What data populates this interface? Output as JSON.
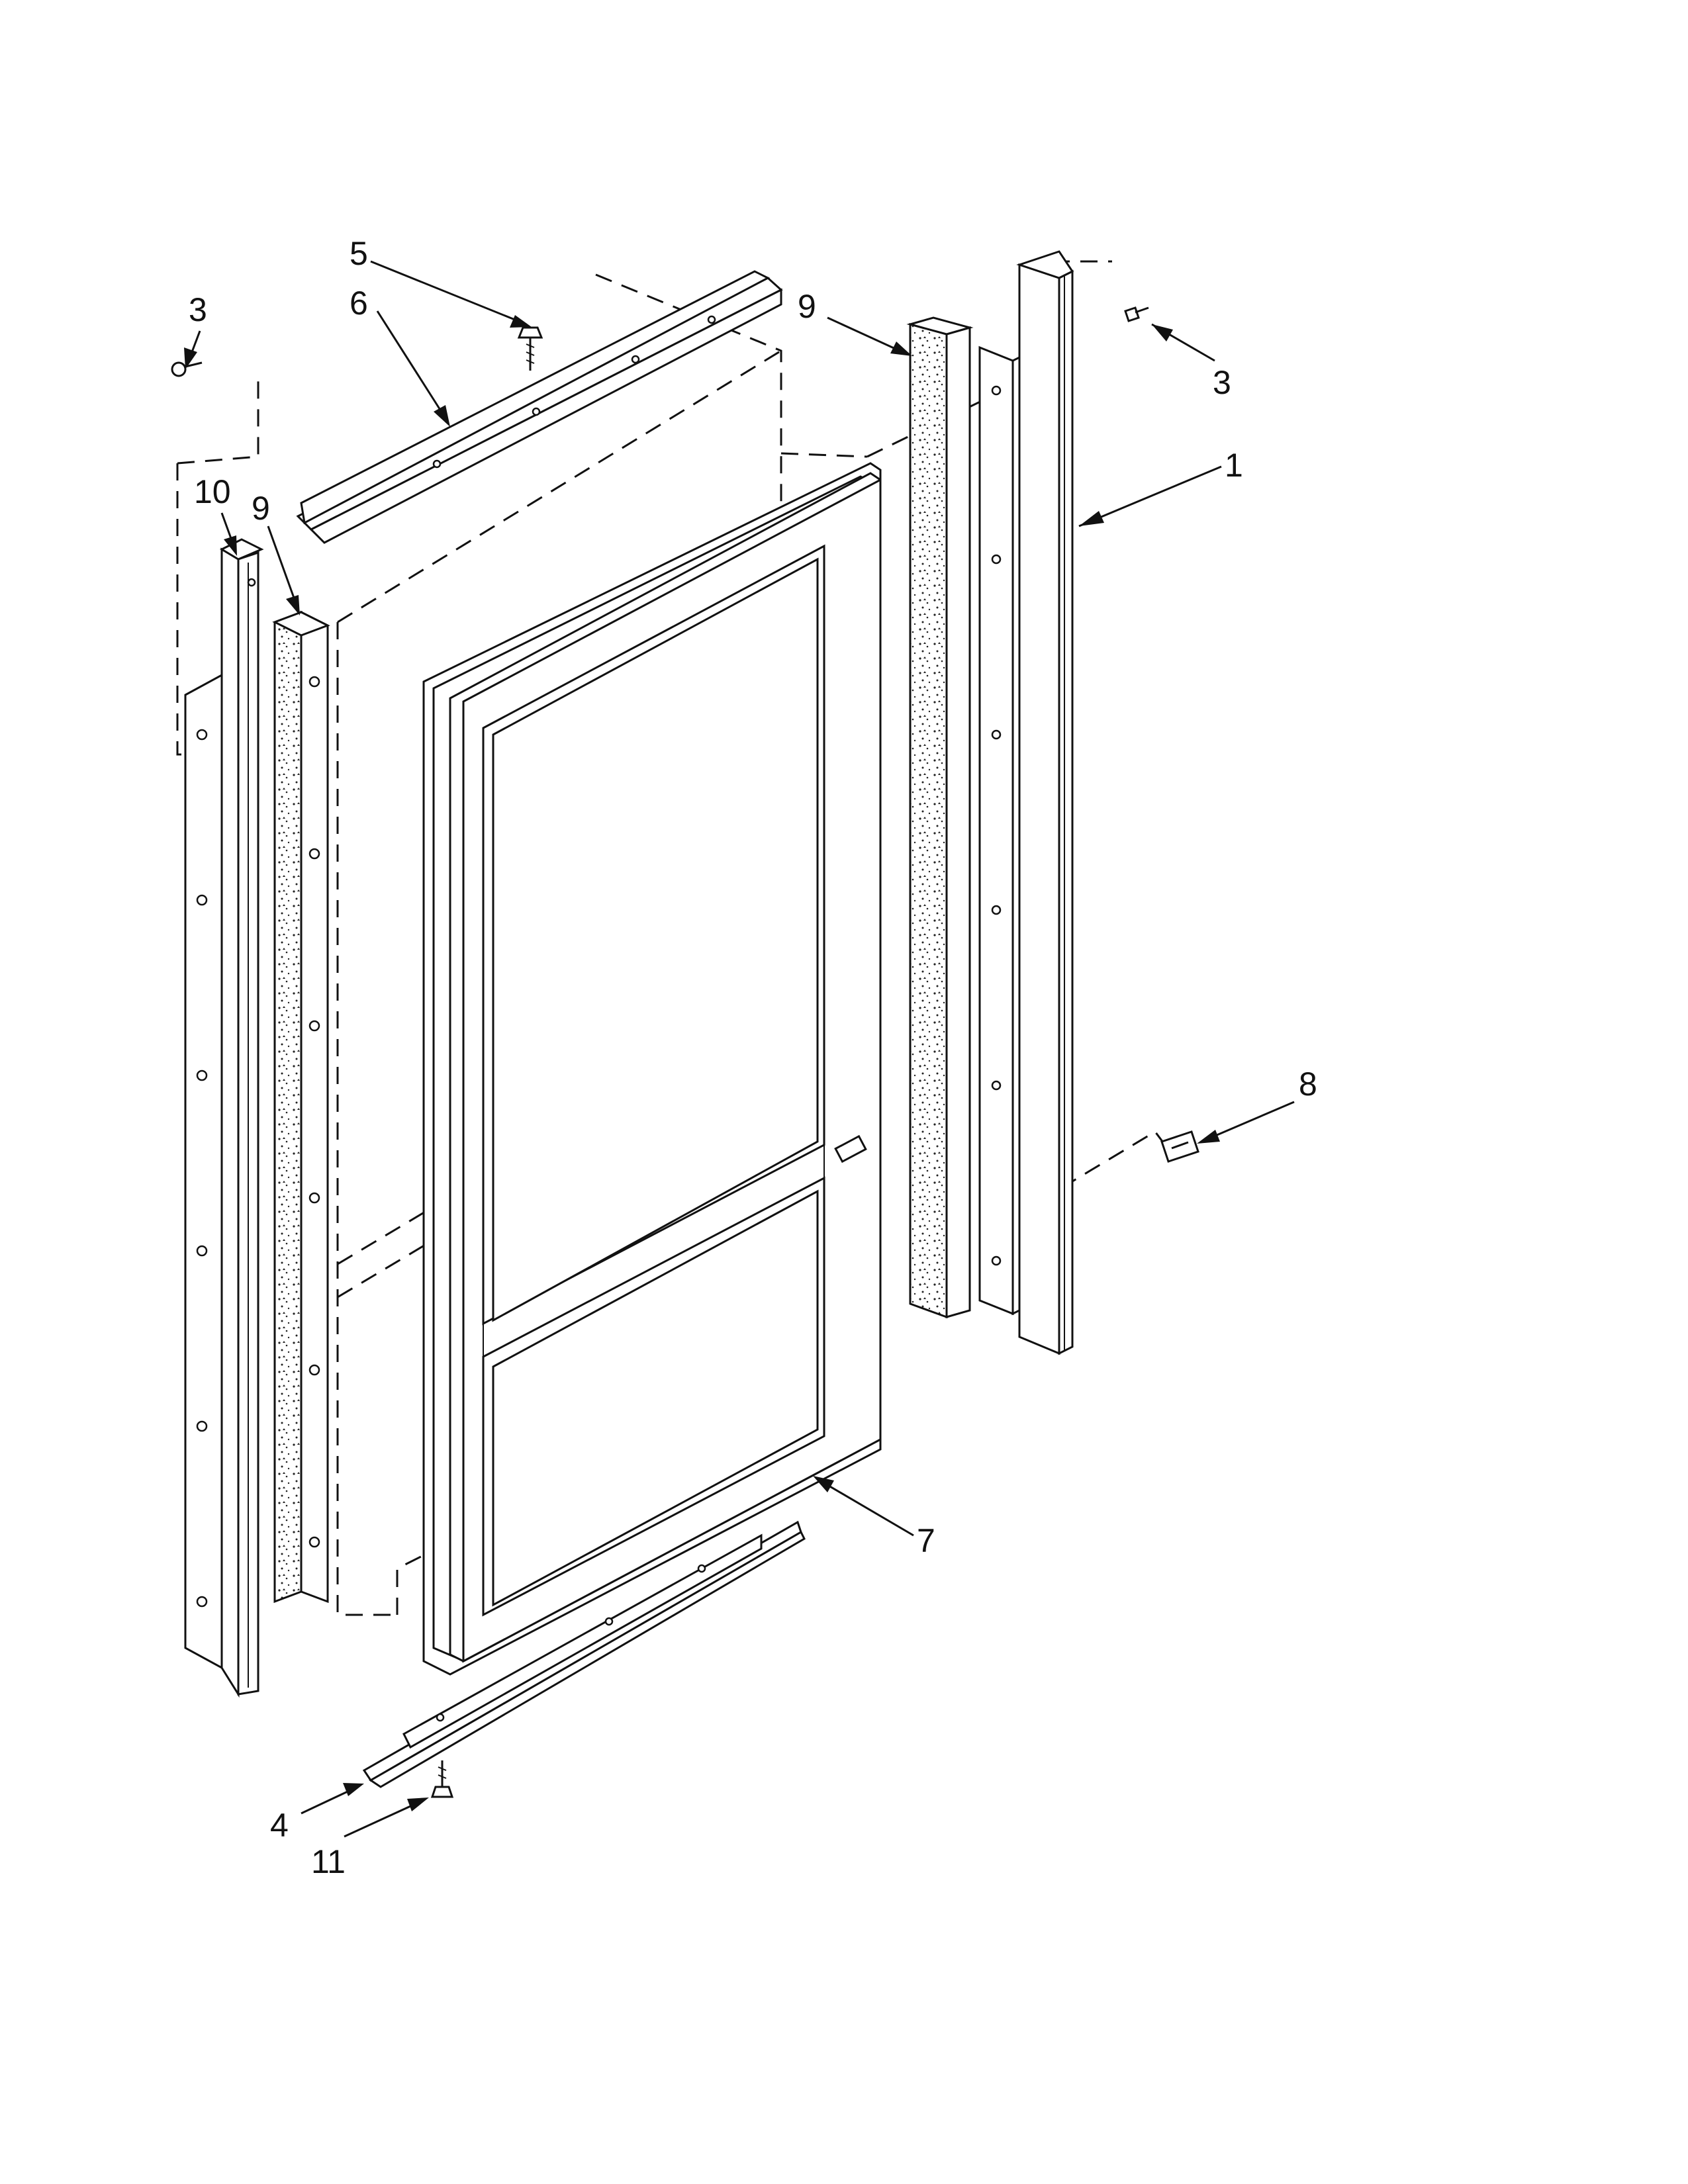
{
  "callouts": [
    {
      "id": "1",
      "label": "1"
    },
    {
      "id": "3a",
      "label": "3"
    },
    {
      "id": "3b",
      "label": "3"
    },
    {
      "id": "4",
      "label": "4"
    },
    {
      "id": "5",
      "label": "5"
    },
    {
      "id": "6",
      "label": "6"
    },
    {
      "id": "7",
      "label": "7"
    },
    {
      "id": "8",
      "label": "8"
    },
    {
      "id": "9a",
      "label": "9"
    },
    {
      "id": "9b",
      "label": "9"
    },
    {
      "id": "10",
      "label": "10"
    },
    {
      "id": "11",
      "label": "11"
    }
  ],
  "colors": {
    "ink": "#111111",
    "paper": "#ffffff"
  }
}
